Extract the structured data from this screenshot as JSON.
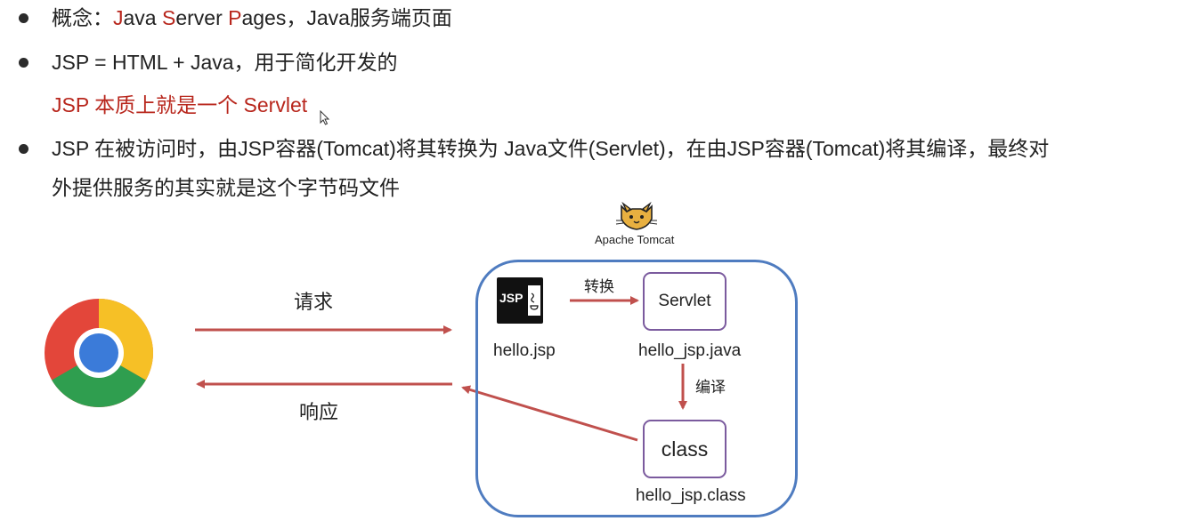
{
  "bullets": {
    "b1": {
      "prefix": "概念：",
      "parts": [
        "J",
        "ava ",
        "S",
        "erver ",
        "P",
        "ages，Java服务端页面"
      ]
    },
    "b2": {
      "text": "JSP = HTML + Java，用于简化开发的",
      "sub": "JSP 本质上就是一个 Servlet"
    },
    "b3": {
      "line1": "JSP 在被访问时，由JSP容器(Tomcat)将其转换为 Java文件(Servlet)，在由JSP容器(Tomcat)将其编译，最终对",
      "line2": "外提供服务的其实就是这个字节码文件"
    }
  },
  "diagram": {
    "tomcat_label": "Apache Tomcat",
    "request_label": "请求",
    "response_label": "响应",
    "convert_label": "转换",
    "compile_label": "编译",
    "jsp_icon_text": "JSP",
    "jsp_file": "hello.jsp",
    "servlet_box": "Servlet",
    "servlet_file": "hello_jsp.java",
    "class_box": "class",
    "class_file": "hello_jsp.class"
  },
  "colors": {
    "accent_red": "#b8261c",
    "arrow": "#c0504d",
    "container_border": "#4f7cc0",
    "box_border": "#7b5b9e"
  },
  "icons": [
    "chrome-icon",
    "tomcat-cat-icon",
    "jsp-file-icon",
    "mouse-cursor-icon"
  ]
}
